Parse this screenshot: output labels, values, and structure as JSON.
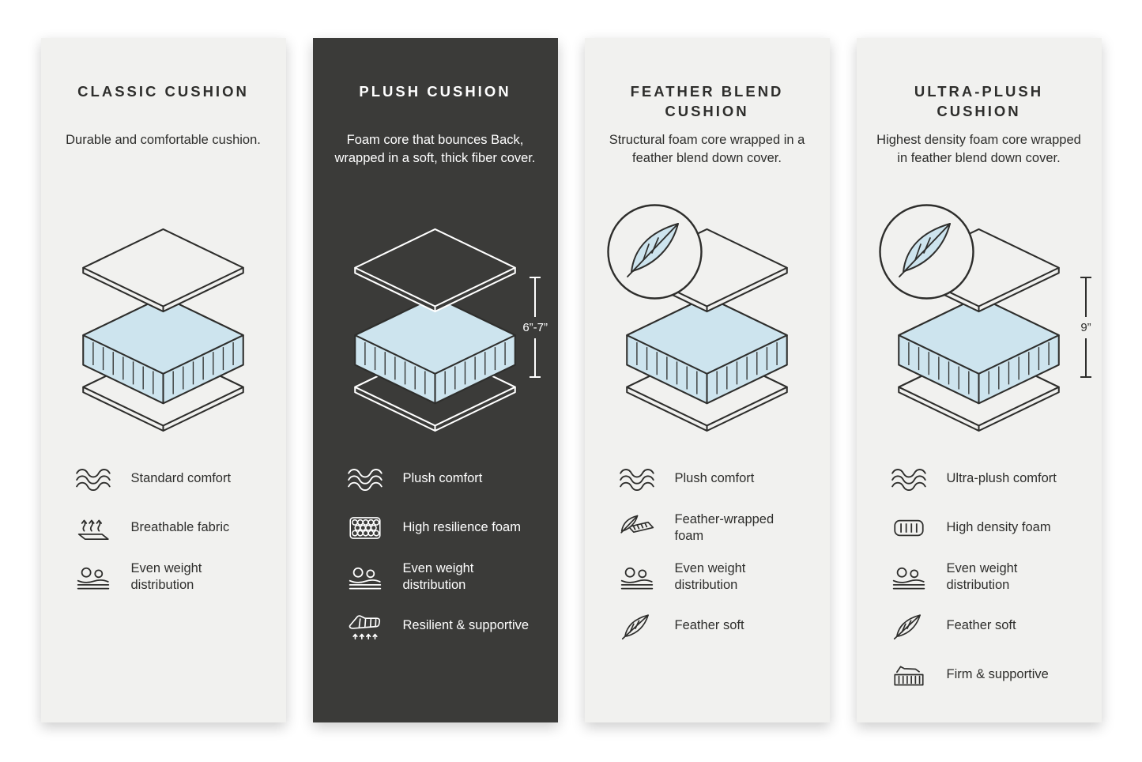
{
  "panels": [
    {
      "title": "CLASSIC CUSHION",
      "description": "Durable and comfortable cushion.",
      "features": [
        {
          "icon": "waves-icon",
          "label": "Standard comfort"
        },
        {
          "icon": "breathable-fabric-icon",
          "label": "Breathable fabric"
        },
        {
          "icon": "weight-distribution-icon",
          "label": "Even weight distribution"
        }
      ]
    },
    {
      "title": "PLUSH CUSHION",
      "description": "Foam core that bounces Back, wrapped in a soft, thick fiber cover.",
      "dimension": "6”-7”",
      "features": [
        {
          "icon": "waves-icon",
          "label": "Plush comfort"
        },
        {
          "icon": "resilience-foam-icon",
          "label": "High resilience foam"
        },
        {
          "icon": "weight-distribution-icon",
          "label": "Even weight distribution"
        },
        {
          "icon": "support-icon",
          "label": "Resilient & supportive"
        }
      ]
    },
    {
      "title": "FEATHER BLEND CUSHION",
      "description": "Structural foam core wrapped in a feather blend down cover.",
      "features": [
        {
          "icon": "waves-icon",
          "label": "Plush comfort"
        },
        {
          "icon": "feather-wrapped-foam-icon",
          "label": "Feather-wrapped foam"
        },
        {
          "icon": "weight-distribution-icon",
          "label": "Even weight distribution"
        },
        {
          "icon": "feather-icon",
          "label": "Feather soft"
        }
      ]
    },
    {
      "title": "ULTRA-PLUSH CUSHION",
      "description": "Highest density foam core wrapped in feather blend down cover.",
      "dimension": "9”",
      "features": [
        {
          "icon": "waves-icon",
          "label": "Ultra-plush comfort"
        },
        {
          "icon": "density-foam-icon",
          "label": "High density foam"
        },
        {
          "icon": "weight-distribution-icon",
          "label": "Even weight distribution"
        },
        {
          "icon": "feather-icon",
          "label": "Feather soft"
        },
        {
          "icon": "firm-support-icon",
          "label": "Firm & supportive"
        }
      ]
    }
  ],
  "colors": {
    "panel_light": "#f1f1ef",
    "panel_dark": "#3b3b39",
    "foam_blue": "#cde4ee",
    "line_dark": "#2e2e2c",
    "line_light": "#ffffff",
    "page_bg": "#ffffff"
  }
}
